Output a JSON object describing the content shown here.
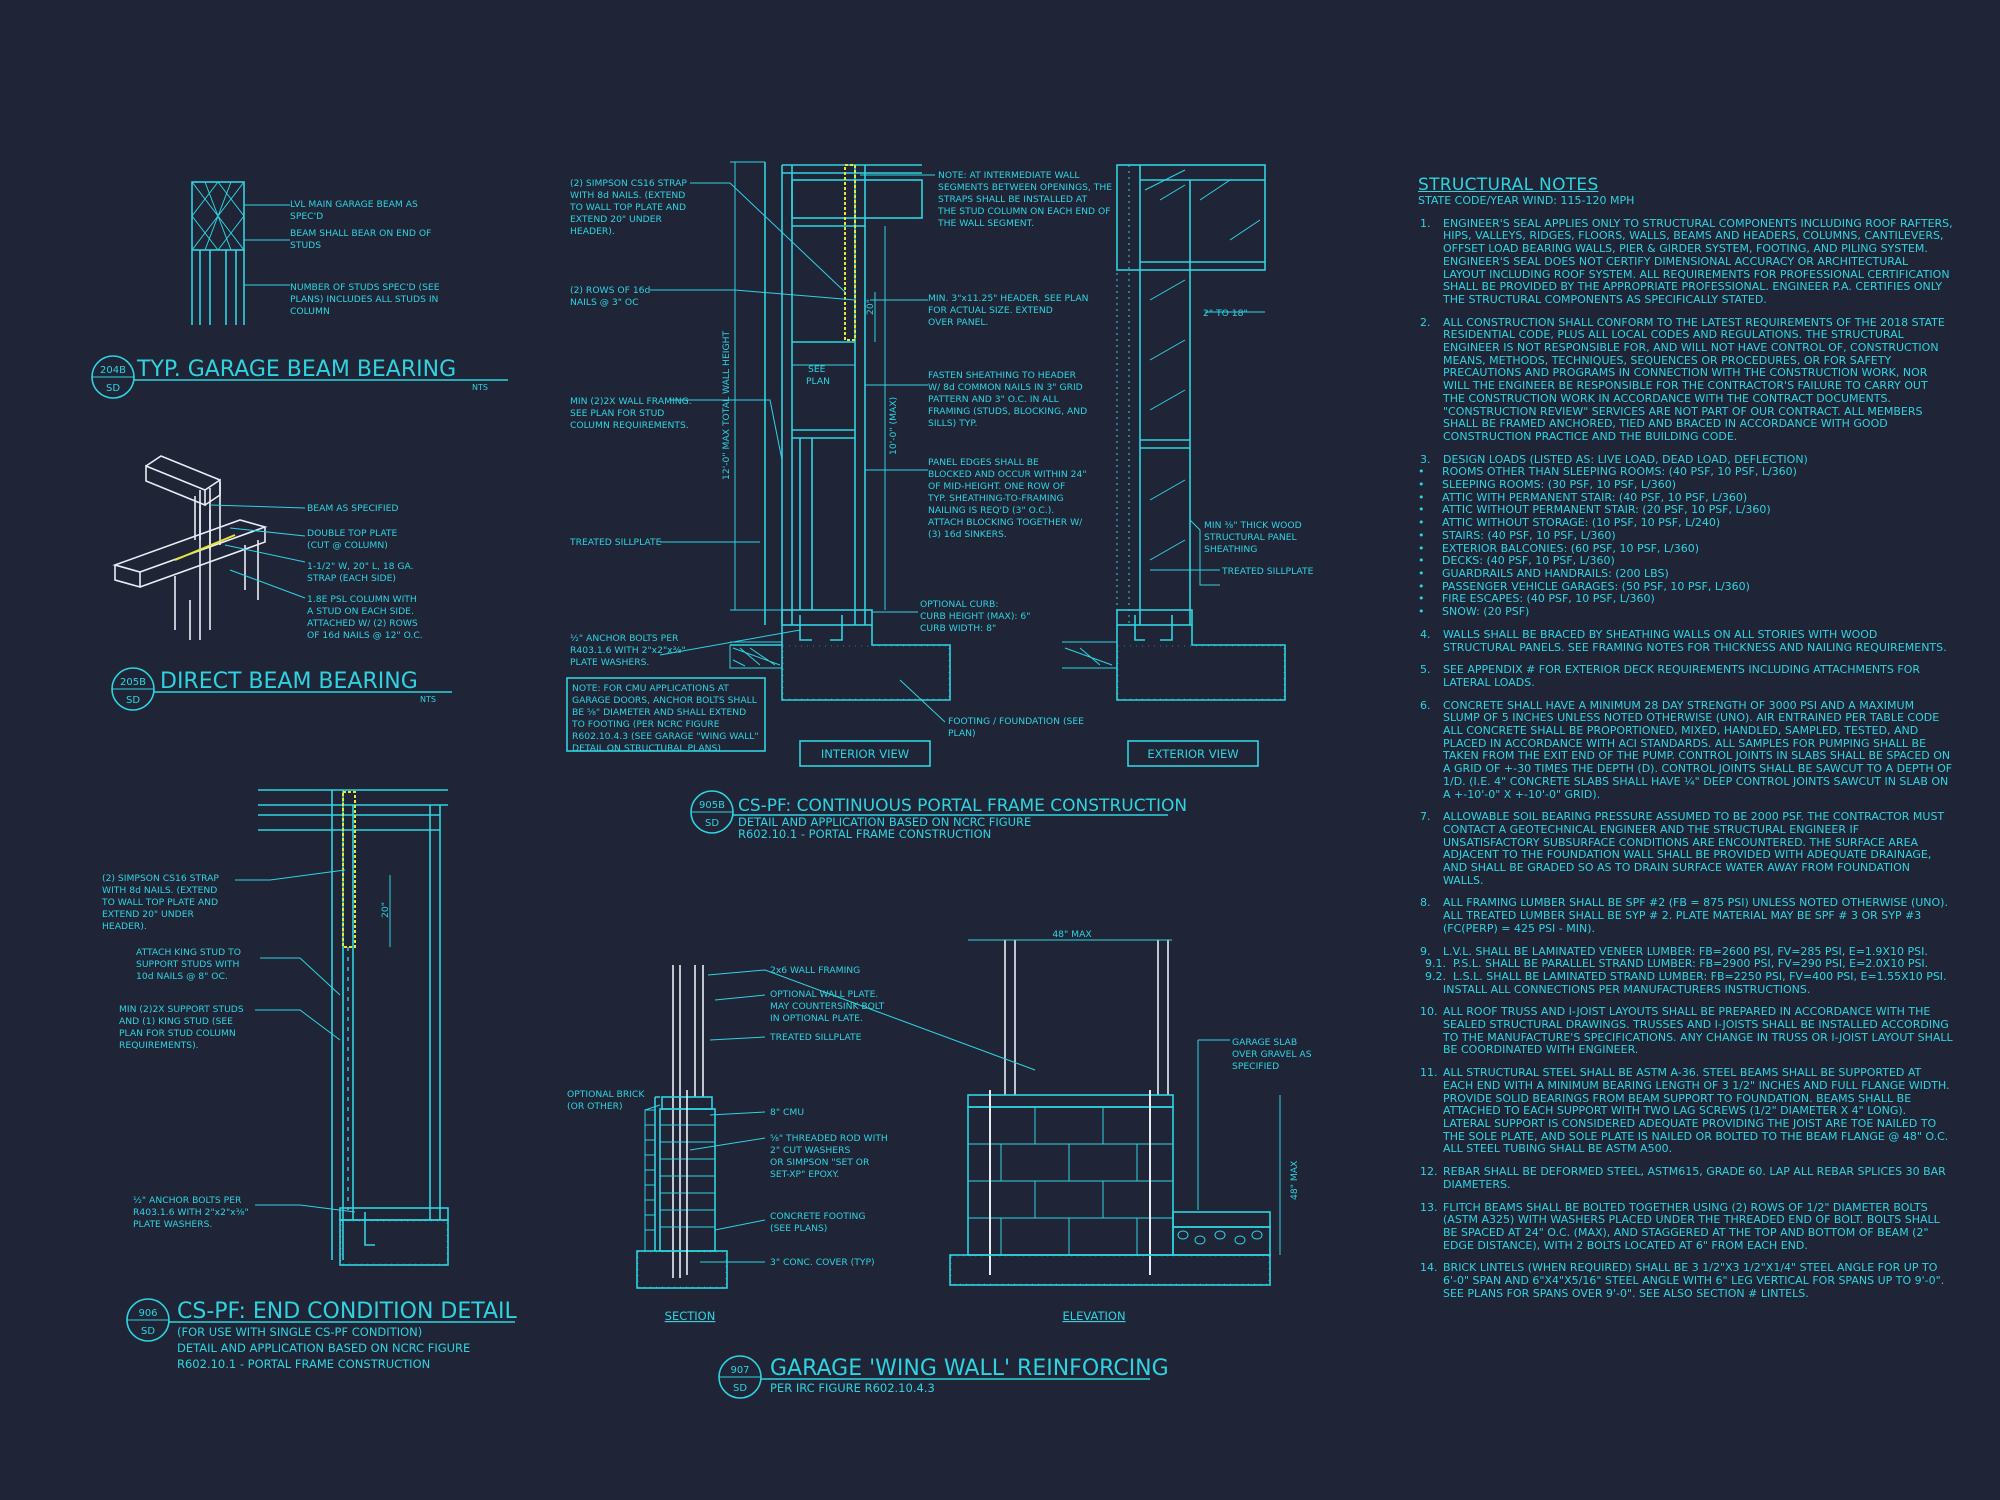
{
  "details": {
    "d204": {
      "num": "204B",
      "sheet": "SD",
      "title": "TYP. GARAGE BEAM BEARING",
      "scale": "NTS",
      "callouts": [
        "LVL MAIN GARAGE BEAM  AS SPEC'D",
        "BEAM SHALL BEAR ON END OF STUDS",
        "NUMBER OF STUDS SPEC'D (SEE PLANS) INCLUDES ALL STUDS IN COLUMN"
      ]
    },
    "d205": {
      "num": "205B",
      "sheet": "SD",
      "title": "DIRECT BEAM BEARING",
      "scale": "NTS",
      "callouts": [
        "BEAM AS SPECIFIED",
        "DOUBLE TOP PLATE (CUT @ COLUMN)",
        "1-1/2\" W, 20\" L, 18 GA. STRAP (EACH SIDE)",
        "1.8E PSL COLUMN WITH A STUD ON EACH SIDE. ATTACHED W/ (2) ROWS OF 16d NAILS @ 12\" O.C."
      ]
    },
    "d905": {
      "num": "905B",
      "sheet": "SD",
      "title": "CS-PF: CONTINUOUS PORTAL FRAME CONSTRUCTION",
      "sub1": "DETAIL AND APPLICATION BASED ON NCRC FIGURE",
      "sub2": "R602.10.1 - PORTAL FRAME CONSTRUCTION",
      "callouts_left": [
        "(2) SIMPSON CS16 STRAP WITH 8d NAILS. (EXTEND TO WALL TOP PLATE AND EXTEND 20\" UNDER HEADER).",
        "(2) ROWS OF 16d NAILS @ 3\" OC",
        "MIN (2)2X WALL FRAMING. SEE PLAN FOR STUD COLUMN REQUIREMENTS.",
        "TREATED SILLPLATE",
        "½\" ANCHOR BOLTS PER R403.1.6 WITH 2\"x2\"x⅜\" PLATE WASHERS."
      ],
      "note_box": "NOTE: FOR CMU APPLICATIONS AT GARAGE DOORS, ANCHOR BOLTS SHALL BE ⅝\" DIAMETER AND SHALL EXTEND TO FOOTING (PER NCRC FIGURE R602.10.4.3 (SEE GARAGE \"WING WALL\" DETAIL ON STRUCTURAL PLANS)",
      "dims": [
        "12'-0\" MAX TOTAL WALL HEIGHT",
        "10'-0\" (MAX)",
        "20\"",
        "SEE PLAN",
        "2\" TO 18\""
      ],
      "callouts_mid": [
        "NOTE: AT INTERMEDIATE WALL SEGMENTS BETWEEN OPENINGS, THE STRAPS SHALL BE INSTALLED AT THE STUD COLUMN ON EACH END OF THE WALL SEGMENT.",
        "MIN. 3\"x11.25\" HEADER. SEE PLAN FOR ACTUAL SIZE. EXTEND OVER PANEL.",
        "FASTEN SHEATHING TO HEADER W/ 8d COMMON NAILS IN 3\" GRID PATTERN AND 3\" O.C. IN ALL FRAMING (STUDS, BLOCKING, AND SILLS) TYP.",
        "PANEL EDGES SHALL BE BLOCKED AND OCCUR WITHIN 24\" OF MID-HEIGHT.  ONE ROW OF TYP. SHEATHING-TO-FRAMING NAILING IS REQ'D (3\" O.C.). ATTACH BLOCKING TOGETHER W/ (3) 16d SINKERS.",
        "OPTIONAL CURB: CURB HEIGHT (MAX): 6\" CURB WIDTH: 8\"",
        "FOOTING / FOUNDATION (SEE PLAN)"
      ],
      "callouts_right": [
        "MIN ⅜\" THICK WOOD STRUCTURAL PANEL SHEATHING",
        "TREATED SILLPLATE"
      ],
      "view_labels": [
        "INTERIOR VIEW",
        "EXTERIOR VIEW"
      ]
    },
    "d906": {
      "num": "906",
      "sheet": "SD",
      "title": "CS-PF: END CONDITION DETAIL",
      "sub1": "(FOR USE WITH SINGLE CS-PF CONDITION)",
      "sub2": "DETAIL AND APPLICATION BASED ON NCRC FIGURE",
      "sub3": "R602.10.1 - PORTAL FRAME CONSTRUCTION",
      "callouts": [
        "(2) SIMPSON CS16 STRAP WITH 8d NAILS. (EXTEND TO WALL TOP PLATE AND EXTEND 20\" UNDER HEADER).",
        "ATTACH KING STUD TO SUPPORT STUDS WITH 10d NAILS @ 8\" OC.",
        "MIN (2)2X SUPPORT STUDS AND (1) KING STUD (SEE PLAN FOR STUD COLUMN REQUIREMENTS).",
        "½\" ANCHOR BOLTS PER R403.1.6 WITH 2\"x2\"x⅜\" PLATE WASHERS."
      ],
      "dim": "20\""
    },
    "d907": {
      "num": "907",
      "sheet": "SD",
      "title": "GARAGE 'WING WALL' REINFORCING",
      "sub1": "PER IRC FIGURE R602.10.4.3",
      "callouts": [
        "2x6 WALL FRAMING",
        "OPTIONAL WALL PLATE. MAY COUNTERSINK BOLT IN OPTIONAL PLATE.",
        "TREATED SILLPLATE",
        "OPTIONAL BRICK (OR OTHER)",
        "8\" CMU",
        "⅝\" THREADED ROD WITH 2\" CUT WASHERS OR SIMPSON \"SET OR SET-XP\" EPOXY.",
        "CONCRETE FOOTING (SEE PLANS)",
        "3\" CONC. COVER (TYP)",
        "GARAGE SLAB OVER GRAVEL AS SPECIFIED"
      ],
      "dims": [
        "48\" MAX",
        "48\" MAX"
      ],
      "view_labels": [
        "SECTION",
        "ELEVATION"
      ]
    }
  },
  "notes": {
    "title": "STRUCTURAL NOTES",
    "subtitle": "STATE CODE/YEAR Wind: 115-120 mph",
    "n1": "ENGINEER'S SEAL APPLIES ONLY TO STRUCTURAL COMPONENTS INCLUDING ROOF RAFTERS, HIPS, VALLEYS, RIDGES, FLOORS, WALLS, BEAMS AND HEADERS, COLUMNS, CANTILEVERS, OFFSET LOAD BEARING WALLS, PIER & GIRDER SYSTEM, FOOTING, AND PILING SYSTEM.  ENGINEER'S SEAL DOES NOT CERTIFY DIMENSIONAL ACCURACY OR ARCHITECTURAL LAYOUT INCLUDING ROOF SYSTEM. ALL REQUIREMENTS FOR PROFESSIONAL CERTIFICATION SHALL BE PROVIDED BY THE APPROPRIATE PROFESSIONAL. ENGINEER P.A. CERTIFIES ONLY THE STRUCTURAL COMPONENTS AS SPECIFICALLY STATED.",
    "n2": "ALL CONSTRUCTION SHALL CONFORM TO THE LATEST REQUIREMENTS OF THE 2018 STATE RESIDENTIAL CODE, PLUS ALL LOCAL CODES AND REGULATIONS. THE STRUCTURAL ENGINEER IS NOT RESPONSIBLE FOR, AND WILL NOT HAVE CONTROL OF, CONSTRUCTION MEANS, METHODS, TECHNIQUES, SEQUENCES OR PROCEDURES, OR FOR SAFETY PRECAUTIONS AND PROGRAMS IN CONNECTION WITH THE CONSTRUCTION WORK, NOR WILL THE ENGINEER BE RESPONSIBLE FOR THE CONTRACTOR'S FAILURE TO CARRY OUT THE CONSTRUCTION WORK IN ACCORDANCE WITH THE CONTRACT DOCUMENTS. \"CONSTRUCTION REVIEW\" SERVICES ARE NOT PART OF OUR CONTRACT. ALL MEMBERS SHALL BE FRAMED ANCHORED, TIED AND BRACED IN ACCORDANCE WITH GOOD CONSTRUCTION PRACTICE AND THE BUILDING CODE.",
    "n3": "DESIGN LOADS (LISTED AS: LIVE LOAD, DEAD LOAD, DEFLECTION)",
    "n3_items": [
      "ROOMS OTHER THAN SLEEPING ROOMS: (40 PSF, 10 PSF, L/360)",
      "SLEEPING ROOMS: (30 PSF, 10 PSF, L/360)",
      "ATTIC WITH PERMANENT STAIR: (40 PSF, 10 PSF, L/360)",
      "ATTIC WITHOUT PERMANENT STAIR: (20 PSF, 10 PSF, L/360)",
      "ATTIC WITHOUT STORAGE: (10 PSF, 10 PSF, L/240)",
      "STAIRS: (40 PSF, 10 PSF, L/360)",
      "EXTERIOR BALCONIES: (60 PSF, 10 PSF, L/360)",
      "DECKS: (40 PSF, 10 PSF, L/360)",
      "GUARDRAILS AND HANDRAILS: (200 LBS)",
      "PASSENGER VEHICLE GARAGES: (50 PSF, 10 PSF, L/360)",
      "FIRE ESCAPES: (40 PSF, 10 PSF, L/360)",
      "SNOW: (20 PSF)"
    ],
    "n4": "WALLS SHALL BE BRACED BY SHEATHING WALLS ON ALL STORIES WITH WOOD STRUCTURAL PANELS. SEE FRAMING NOTES FOR THICKNESS AND NAILING REQUIREMENTS.",
    "n5": "SEE APPENDIX # FOR EXTERIOR DECK REQUIREMENTS INCLUDING ATTACHMENTS FOR LATERAL LOADS.",
    "n6": "CONCRETE SHALL HAVE A MINIMUM 28 DAY STRENGTH OF 3000 PSI AND A MAXIMUM SLUMP OF 5 INCHES UNLESS NOTED OTHERWISE (UNO). AIR ENTRAINED PER TABLE CODE ALL CONCRETE SHALL BE PROPORTIONED, MIXED, HANDLED, SAMPLED, TESTED, AND PLACED IN ACCORDANCE WITH ACI STANDARDS. ALL SAMPLES FOR PUMPING SHALL BE TAKEN FROM THE EXIT END OF THE PUMP. CONTROL JOINTS IN SLABS SHALL BE SPACED ON A GRID OF +-30 TIMES THE DEPTH (D). CONTROL JOINTS SHALL BE SAWCUT TO A DEPTH OF 1/D. (I.E. 4\" CONCRETE SLABS SHALL HAVE ¼\" DEEP CONTROL JOINTS SAWCUT IN SLAB ON A +-10'-0\" x +-10'-0\" GRID).",
    "n7": "ALLOWABLE SOIL BEARING PRESSURE ASSUMED TO BE 2000 PSF. THE CONTRACTOR MUST CONTACT A GEOTECHNICAL ENGINEER AND THE STRUCTURAL ENGINEER IF UNSATISFACTORY SUBSURFACE CONDITIONS ARE ENCOUNTERED. THE SURFACE AREA ADJACENT TO THE FOUNDATION WALL SHALL BE PROVIDED WITH ADEQUATE DRAINAGE, AND SHALL BE GRADED SO AS TO DRAIN SURFACE WATER AWAY FROM FOUNDATION WALLS.",
    "n8": "ALL FRAMING LUMBER SHALL BE SPF #2 (Fb = 875 PSI) UNLESS NOTED OTHERWISE (UNO). ALL TREATED LUMBER SHALL BE SYP # 2. PLATE MATERIAL MAY BE SPF # 3 OR SYP #3 (Fc(perp) = 425 PSI - MIN).",
    "n9": "L.V.L.  SHALL BE LAMINATED VENEER LUMBER: Fb=2600 PSI, Fv=285 PSI, E=1.9x10  PSI.",
    "n91": "P.S.L.  SHALL BE PARALLEL STRAND LUMBER: Fb=2900 PSI, Fv=290 PSI, E=2.0x10  PSI.",
    "n92": "L.S.L.  SHALL BE LAMINATED STRAND LUMBER: Fb=2250 PSI, Fv=400 PSI, E=1.55x10  PSI.",
    "n9b": "INSTALL ALL CONNECTIONS PER MANUFACTURERS INSTRUCTIONS.",
    "n10": "ALL ROOF TRUSS AND I-JOIST LAYOUTS SHALL BE PREPARED IN ACCORDANCE WITH THE SEALED STRUCTURAL DRAWINGS. TRUSSES AND I-JOISTS SHALL BE INSTALLED ACCORDING TO THE MANUFACTURE'S SPECIFICATIONS. ANY CHANGE IN TRUSS OR I-JOIST LAYOUT SHALL BE COORDINATED WITH ENGINEER.",
    "n11": "ALL STRUCTURAL STEEL SHALL BE ASTM A-36. STEEL BEAMS SHALL BE SUPPORTED AT EACH END WITH A MINIMUM BEARING LENGTH OF 3 1/2\" INCHES AND FULL FLANGE WIDTH. PROVIDE SOLID BEARINGS FROM BEAM SUPPORT TO FOUNDATION.  BEAMS SHALL BE ATTACHED TO EACH SUPPORT WITH TWO LAG SCREWS (1/2\" DIAMETER x 4\" LONG). LATERAL SUPPORT IS CONSIDERED ADEQUATE PROVIDING THE JOIST ARE TOE NAILED TO THE SOLE PLATE, AND SOLE PLATE IS NAILED OR BOLTED TO THE BEAM FLANGE @ 48\" O.C. ALL STEEL TUBING SHALL BE ASTM A500.",
    "n12": "REBAR SHALL BE DEFORMED STEEL, ASTM615, GRADE 60.  LAP ALL REBAR SPLICES 30 BAR DIAMETERS.",
    "n13": "FLITCH BEAMS SHALL BE BOLTED TOGETHER USING (2) ROWS OF 1/2\" DIAMETER BOLTS (ASTM A325) WITH WASHERS PLACED UNDER THE THREADED END OF BOLT. BOLTS SHALL BE SPACED AT 24\" O.C. (MAX), AND STAGGERED AT THE TOP AND BOTTOM OF BEAM (2\" EDGE DISTANCE), WITH 2 BOLTS LOCATED AT 6\" FROM EACH END.",
    "n14": "BRICK LINTELS (WHEN REQUIRED) SHALL BE 3 1/2\"x3 1/2\"x1/4\" STEEL ANGLE FOR UP TO 6'-0\" SPAN AND 6\"x4\"x5/16\" STEEL ANGLE WITH 6\" LEG VERTICAL FOR SPANS UP TO 9'-0\". SEE PLANS FOR SPANS OVER 9'-0\". SEE ALSO SECTION # LINTELS."
  },
  "colors": {
    "background": "#1f2537",
    "linework": "#2fd3e0",
    "highlight": "#e8e53a",
    "white": "#e8eef5"
  }
}
